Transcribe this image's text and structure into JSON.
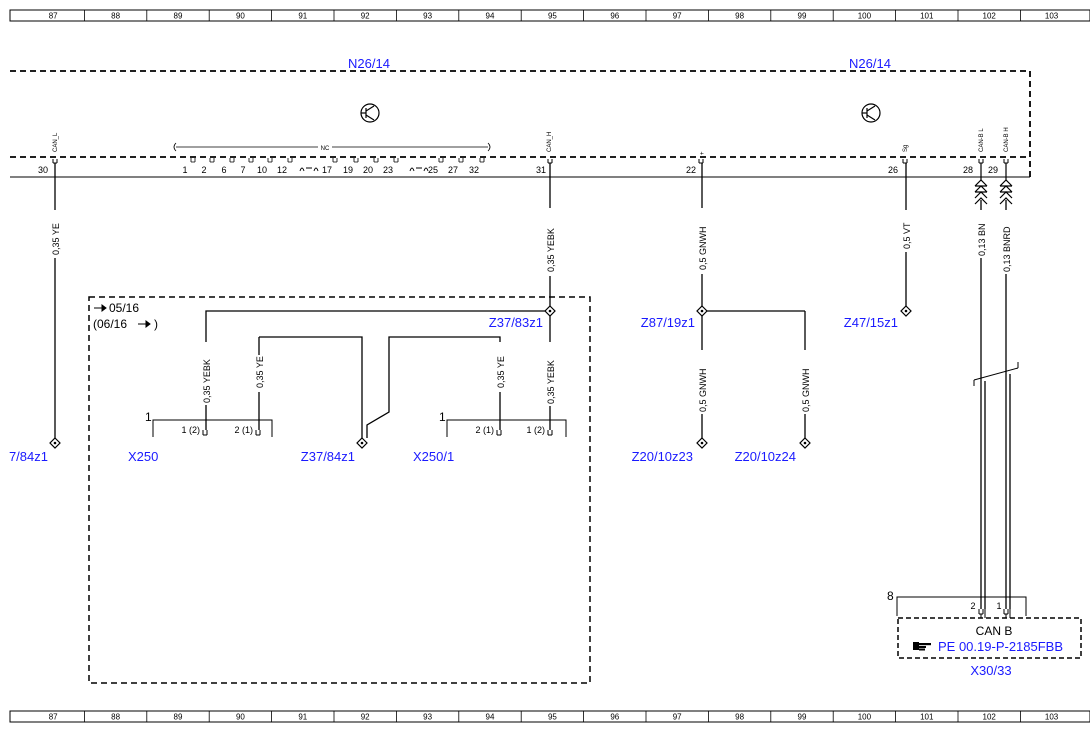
{
  "ruler": [
    "87",
    "88",
    "89",
    "90",
    "91",
    "92",
    "93",
    "94",
    "95",
    "96",
    "97",
    "98",
    "99",
    "100",
    "101",
    "102",
    "103"
  ],
  "modules": {
    "n26_left": "N26/14",
    "n26_right": "N26/14"
  },
  "signals": {
    "can_l": "CAN_L",
    "nc": "NC",
    "can_h": "CAN_H",
    "plus": "+",
    "sg": "Sg",
    "can_b_l": "CAN-B L",
    "can_b_h": "CAN-B H"
  },
  "pins": {
    "p30": "30",
    "p31": "31",
    "p22": "22",
    "p26": "26",
    "p28": "28",
    "p29": "29",
    "nc_list": [
      "1",
      "2",
      "6",
      "7",
      "10",
      "12",
      "17",
      "19",
      "20",
      "23",
      "25",
      "27",
      "32"
    ]
  },
  "wires": {
    "w_yel": "0,35 YE",
    "w_yebk": "0,35 YEBK",
    "w_gnwh": "0,5 GNWH",
    "w_vt": "0,5 VT",
    "w_bn": "0,13 BN",
    "w_bnrd": "0,13 BNRD"
  },
  "box": {
    "from": "05/16",
    "to": "(06/16",
    "to_close": ")"
  },
  "connectors": {
    "x250": "X250",
    "x250_1": "X250/1",
    "x250_pins_a": [
      "1 (2)",
      "2 (1)"
    ],
    "x250_pins_b": [
      "2 (1)",
      "1 (2)"
    ],
    "x250_num": "1",
    "x250_1_num": "1",
    "x30_num": "8",
    "x30_pin2": "2",
    "x30_pin1": "1",
    "x30_label": "CAN B",
    "x30_ref": "PE 00.19-P-2185FBB",
    "x30_name": "X30/33"
  },
  "splices": {
    "z37_84z1_left": "7/84z1",
    "z37_83z1": "Z37/83z1",
    "z37_84z1": "Z37/84z1",
    "z87_19z1": "Z87/19z1",
    "z47_15z1": "Z47/15z1",
    "z20_10z23": "Z20/10z23",
    "z20_10z24": "Z20/10z24"
  },
  "colors": {
    "accent": "#1a1aff"
  },
  "icons": {
    "transistor": "transistor-icon",
    "reference": "hand-pointer-icon"
  }
}
